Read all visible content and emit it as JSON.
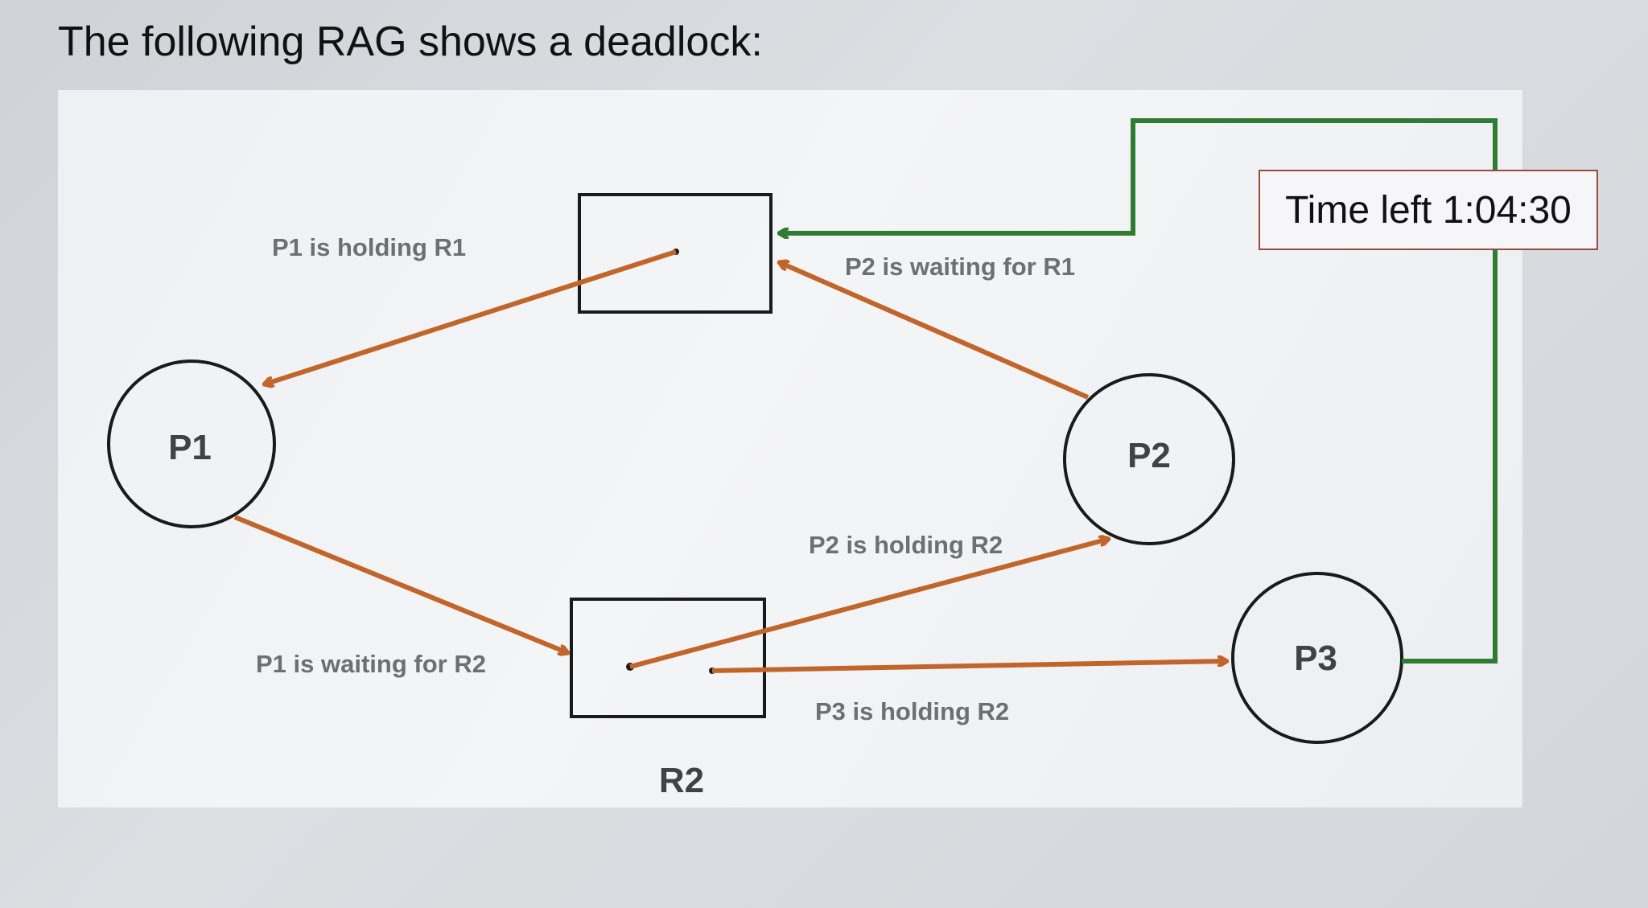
{
  "question": {
    "text": "The following RAG shows a deadlock:"
  },
  "timer": {
    "text": "Time left 1:04:30"
  },
  "diagram": {
    "processes": [
      {
        "id": "p1",
        "label": "P1"
      },
      {
        "id": "p2",
        "label": "P2"
      },
      {
        "id": "p3",
        "label": "P3"
      }
    ],
    "resources": [
      {
        "id": "r1",
        "label": ""
      },
      {
        "id": "r2",
        "label": "R2"
      }
    ],
    "edges": [
      {
        "id": "p1-holding-r1",
        "label": "P1 is holding R1"
      },
      {
        "id": "p2-waiting-r1",
        "label": "P2 is waiting for R1"
      },
      {
        "id": "p2-holding-r2",
        "label": "P2 is holding R2"
      },
      {
        "id": "p1-waiting-r2",
        "label": "P1 is waiting for R2"
      },
      {
        "id": "p3-holding-r2",
        "label": "P3 is holding R2"
      }
    ],
    "colors": {
      "edge": "#c2652a",
      "p3_edge": "#2e7d32",
      "stroke": "#1a1a1a"
    }
  }
}
